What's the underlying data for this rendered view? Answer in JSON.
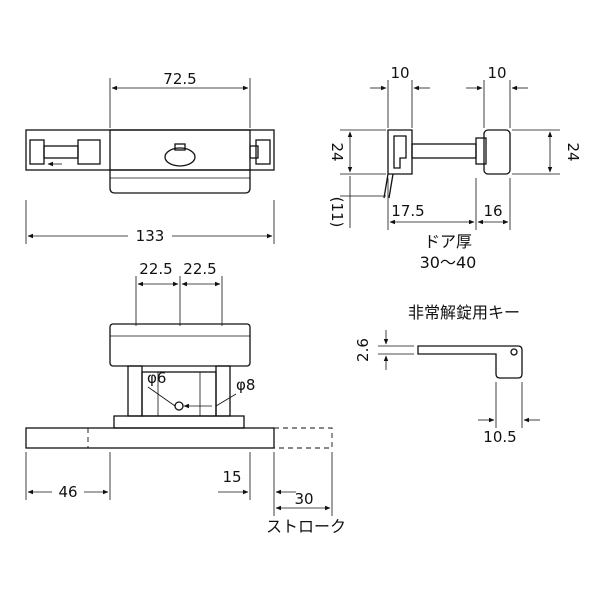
{
  "dimensions": {
    "top_width": "72.5",
    "overall_width": "133",
    "side_left_width": "10",
    "side_right_width": "10",
    "side_left_height": "24",
    "side_right_height": "24",
    "side_offset": "(11)",
    "side_17_5": "17.5",
    "side_16": "16",
    "spacing_a": "22.5",
    "spacing_b": "22.5",
    "phi6": "φ6",
    "phi8": "φ8",
    "bottom_46": "46",
    "bottom_15": "15",
    "stroke_30": "30",
    "key_thickness": "2.6",
    "key_10_5": "10.5"
  },
  "labels": {
    "door_thickness_title": "ドア厚",
    "door_thickness_range": "30〜40",
    "emergency_key": "非常解錠用キー",
    "stroke": "ストローク"
  }
}
